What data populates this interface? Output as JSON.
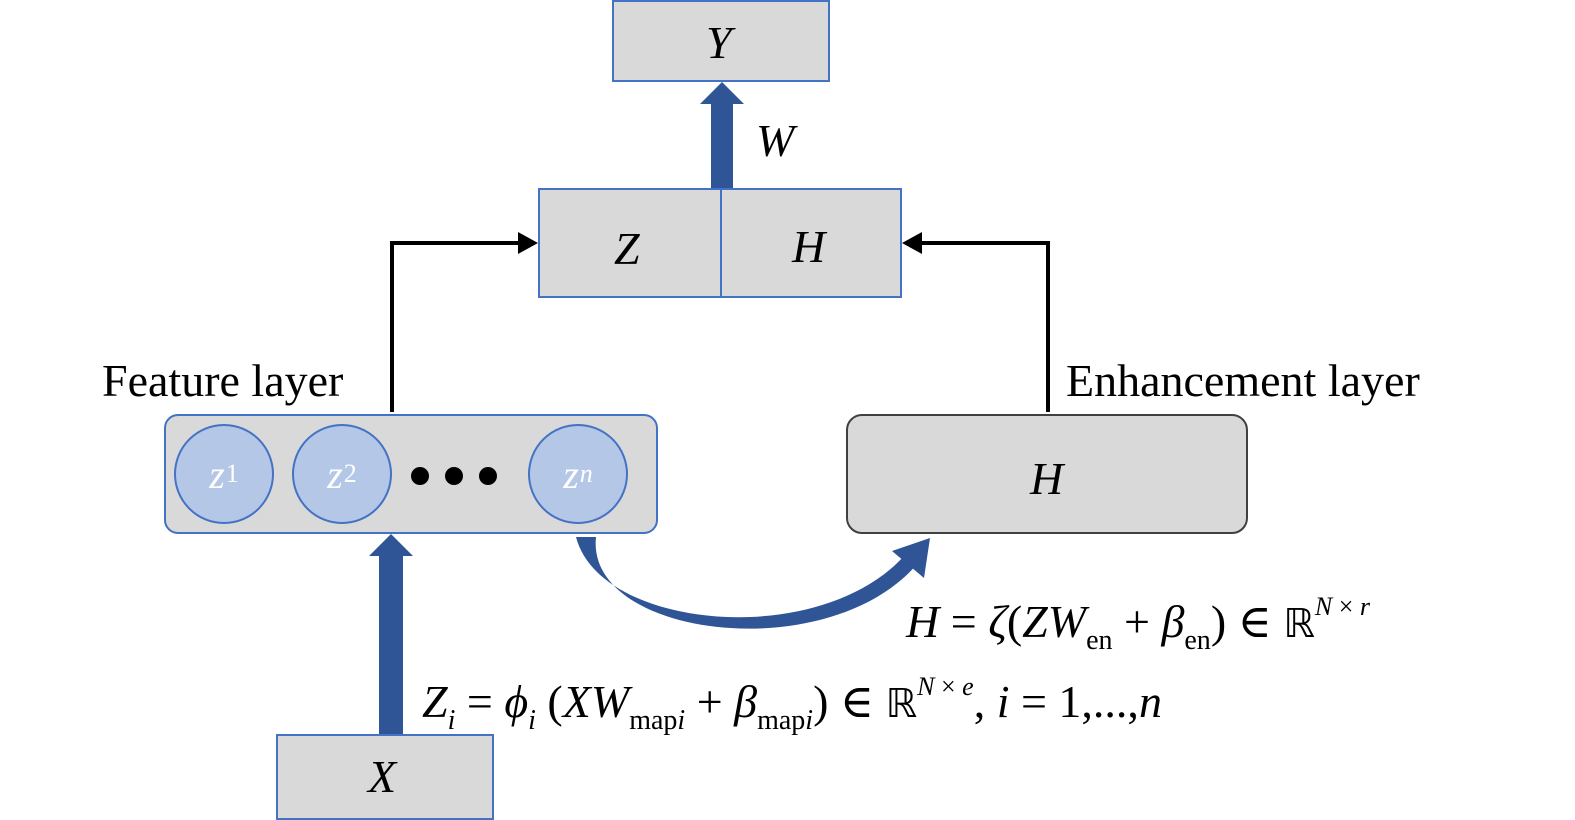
{
  "output_box": {
    "label": "Y"
  },
  "weight_label": "W",
  "concat_box": {
    "left_label": "Z",
    "right_label": "H"
  },
  "feature_layer": {
    "title": "Feature layer",
    "nodes": [
      {
        "base": "z",
        "sub": "1"
      },
      {
        "base": "z",
        "sub": "2"
      },
      {
        "base": "z",
        "sub": "n"
      }
    ]
  },
  "enhancement_layer": {
    "title": "Enhancement layer",
    "label": "H"
  },
  "input_box": {
    "label": "X"
  },
  "formula_enhancement": {
    "lhs": "H",
    "eq": " = ",
    "zeta": "ζ",
    "open": "(",
    "z": "Z",
    "w": "W",
    "sub_en": "en",
    "plus": " + ",
    "beta": "β",
    "close": ")",
    "in": " ∈ ",
    "reals": "ℝ",
    "sup_n": "N",
    "sup_times": " × ",
    "sup_r": "r"
  },
  "formula_feature": {
    "z": "Z",
    "sub_i": "i",
    "eq": " = ",
    "phi": "ϕ",
    "open": " (",
    "x": "X",
    "w": "W",
    "sub_map": "map",
    "plus": " + ",
    "beta": "β",
    "close": ")",
    "in": " ∈ ",
    "reals": "ℝ",
    "sup_n": "N",
    "sup_times": " × ",
    "sup_e": "e",
    "comma": ", ",
    "i": "i",
    "range": " = 1,...,",
    "n": "n"
  },
  "colors": {
    "box_fill": "#d9d9d9",
    "box_border": "#4472c4",
    "node_fill": "#b4c7e7",
    "arrow_blue": "#2f5597",
    "arrow_black": "#000000"
  }
}
